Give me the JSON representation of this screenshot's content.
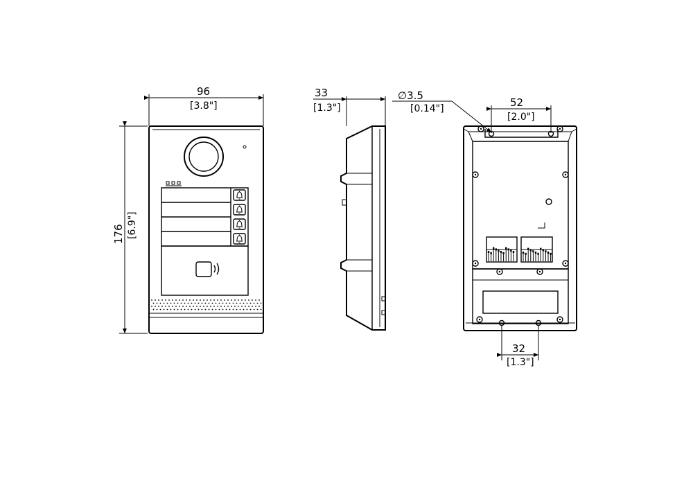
{
  "front_view": {
    "width_mm": "96",
    "width_in": "[3.8\"]",
    "height_mm": "176",
    "height_in": "[6.9\"]",
    "call_buttons": 4
  },
  "side_view": {
    "depth_mm": "33",
    "depth_in": "[1.3\"]"
  },
  "back_view": {
    "hole_dia": "∅3.5",
    "hole_dia_in": "[0.14\"]",
    "top_spacing_mm": "52",
    "top_spacing_in": "[2.0\"]",
    "bottom_spacing_mm": "32",
    "bottom_spacing_in": "[1.3\"]"
  }
}
